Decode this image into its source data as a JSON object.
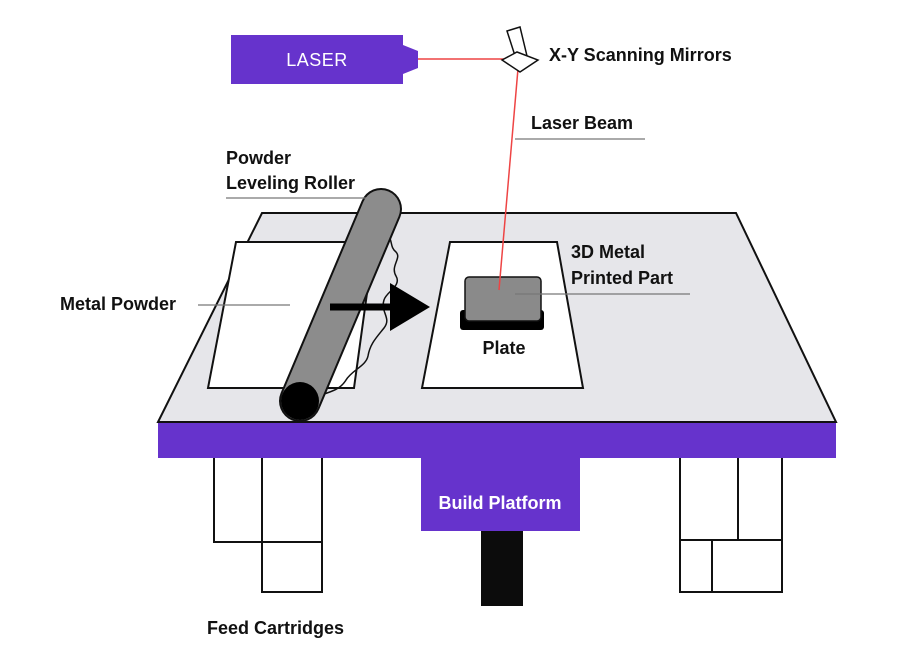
{
  "labels": {
    "laser": "LASER",
    "mirrors": "X-Y Scanning Mirrors",
    "beam": "Laser Beam",
    "roller_line1": "Powder",
    "roller_line2": "Leveling Roller",
    "metal_part_line1": "3D Metal",
    "metal_part_line2": "Printed Part",
    "metal_powder": "Metal Powder",
    "plate": "Plate",
    "build_platform": "Build Platform",
    "feed_cartridges": "Feed Cartridges"
  },
  "colors": {
    "purple": "#6633cc",
    "laser_beam": "#ee4444",
    "table_top": "#e6e6ea",
    "roller": "#8c8c8c",
    "part": "#8a8a8a",
    "outline": "#111111"
  }
}
